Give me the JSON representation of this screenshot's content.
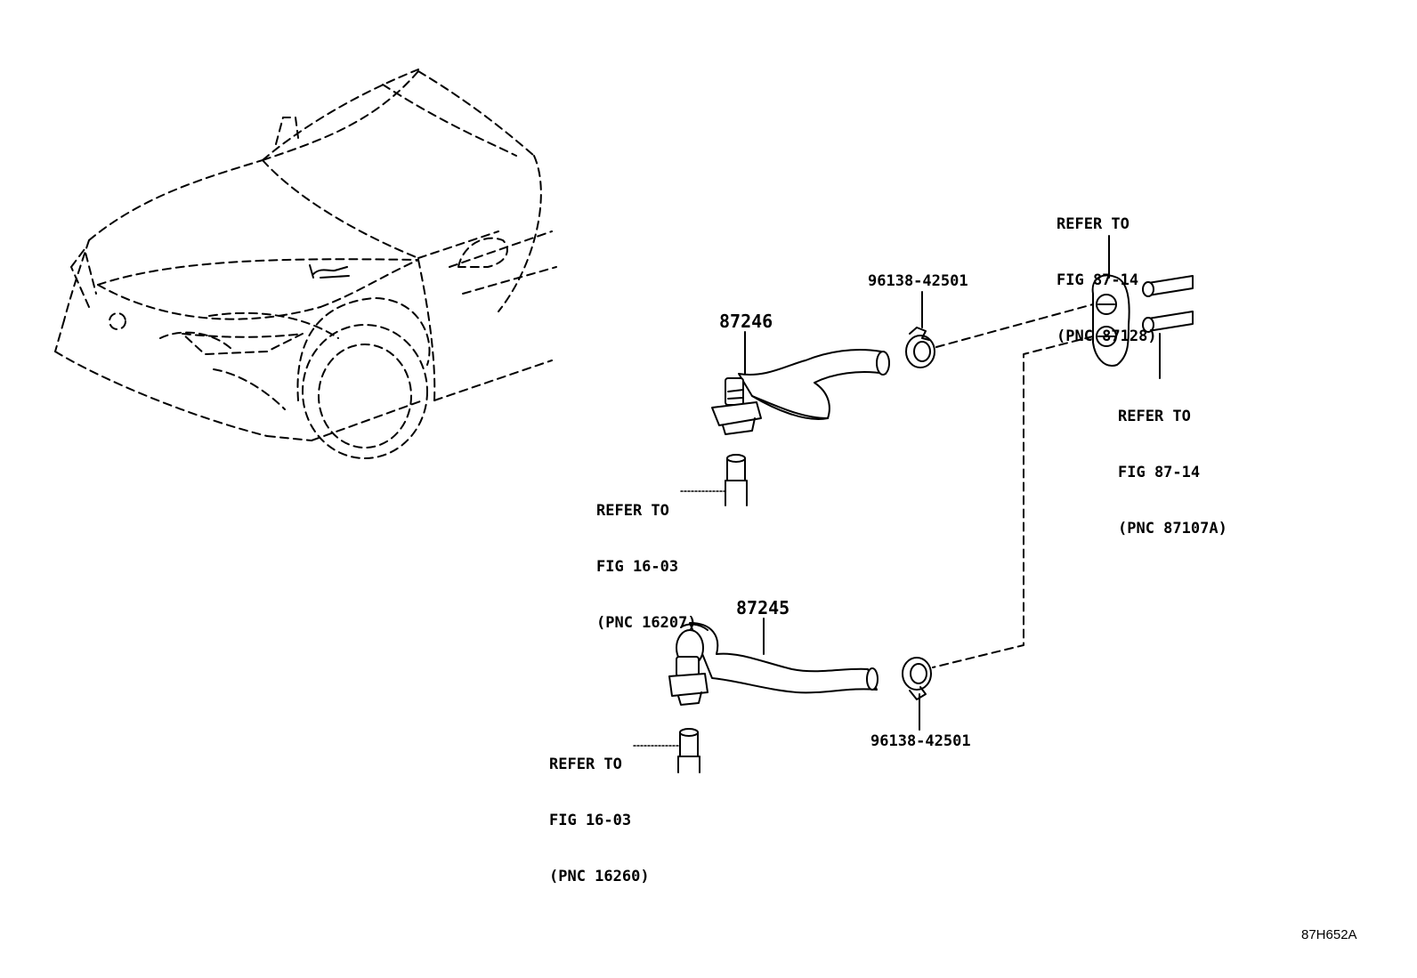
{
  "parts": {
    "hose_upper": "87246",
    "hose_lower": "87245",
    "clamp_upper": "96138-42501",
    "clamp_lower": "96138-42501"
  },
  "refs": {
    "ref_87128": [
      "REFER TO",
      "FIG 87-14",
      "(PNC 87128)"
    ],
    "ref_87107a": [
      "REFER TO",
      "FIG 87-14",
      "(PNC 87107A)"
    ],
    "ref_16207": [
      "REFER TO",
      "FIG 16-03",
      "(PNC 16207)"
    ],
    "ref_16260": [
      "REFER TO",
      "FIG 16-03",
      "(PNC 16260)"
    ]
  },
  "diagram_code": "87H652A"
}
